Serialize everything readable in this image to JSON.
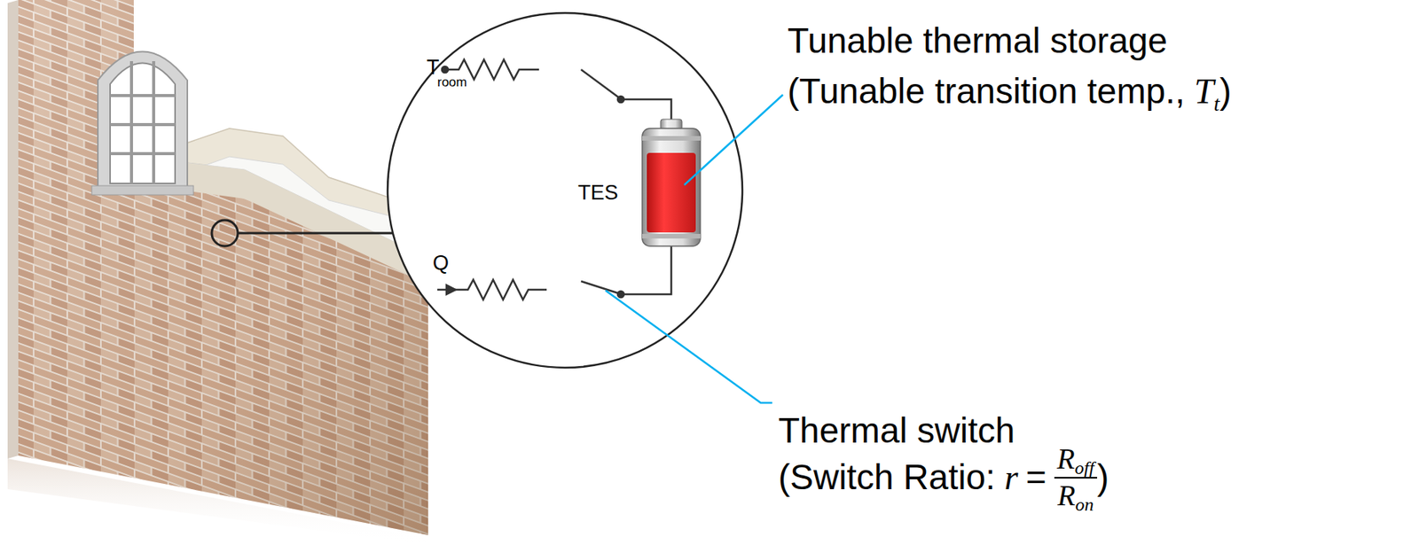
{
  "diagram": {
    "nodes": [
      {
        "text": [
          "T",
          "room",
          "TES",
          "Q"
        ]
      }
    ],
    "labels": [
      "Tunable thermal storage",
      "(Tunable transition temp.,",
      "T",
      "t",
      ")",
      "Thermal switch",
      "(Switch Ratio:",
      "r",
      "=",
      "R",
      "off",
      "R",
      "on",
      ")"
    ]
  }
}
